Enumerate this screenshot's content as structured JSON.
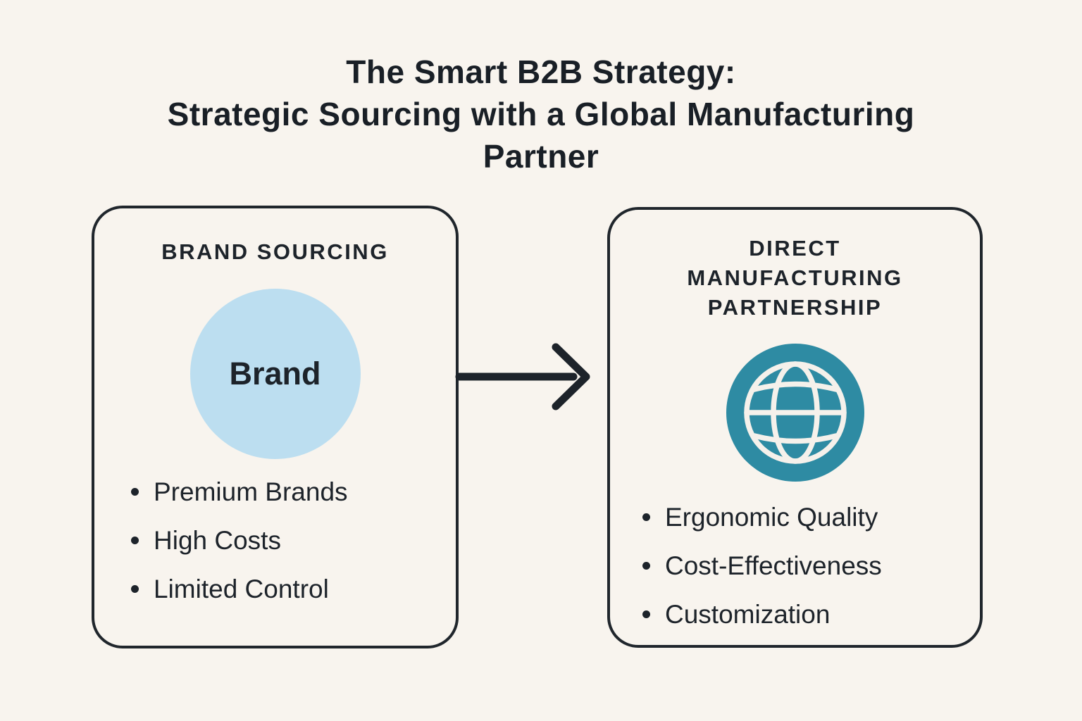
{
  "title": {
    "line1": "The Smart B2B Strategy:",
    "line2": "Strategic Sourcing with a Global Manufacturing",
    "line3": "Partner"
  },
  "left_box": {
    "header": "BRAND SOURCING",
    "circle_label": "Brand",
    "bullets": [
      "Premium Brands",
      "High Costs",
      "Limited Control"
    ]
  },
  "right_box": {
    "header_line1": "DIRECT",
    "header_line2": "MANUFACTURING",
    "header_line3": "PARTNERSHIP",
    "icon": "globe-icon",
    "bullets": [
      "Ergonomic Quality",
      "Cost-Effectiveness",
      "Customization"
    ]
  },
  "arrow": {
    "direction": "right",
    "meaning": "transition from brand sourcing to direct manufacturing partnership"
  },
  "colors": {
    "background": "#f8f4ee",
    "text": "#1d232a",
    "box_border": "#20262c",
    "brand_circle_fill": "#bcdef0",
    "globe_badge_fill": "#2e8ba3",
    "globe_line": "#f5f1eb",
    "arrow": "#1d232a"
  }
}
